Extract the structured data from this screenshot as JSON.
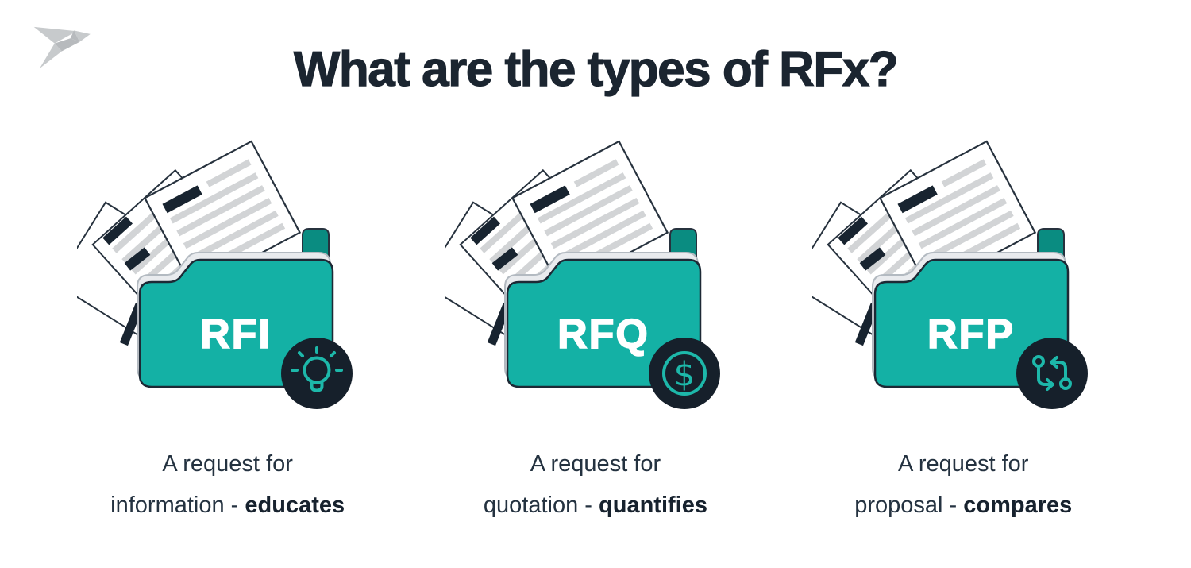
{
  "title": "What are the types of RFx?",
  "logo": {
    "name": "origami-bird-logo"
  },
  "colors": {
    "folder_teal": "#14b1a5",
    "folder_back_teal": "#0a8c81",
    "badge_navy": "#16202b",
    "title_ink": "#1b2530",
    "caption_ink": "#243240",
    "paper_line_gray": "#d2d4d6",
    "icon_teal": "#1db8aa"
  },
  "cards": [
    {
      "label": "RFI",
      "badge_icon": "lightbulb-icon",
      "caption_line1": "A request for",
      "caption_line2_prefix": "information - ",
      "caption_line2_bold": "educates"
    },
    {
      "label": "RFQ",
      "badge_icon": "dollar-coin-icon",
      "caption_line1": "A request for",
      "caption_line2_prefix": "quotation - ",
      "caption_line2_bold": "quantifies"
    },
    {
      "label": "RFP",
      "badge_icon": "compare-arrows-icon",
      "caption_line1": "A request for",
      "caption_line2_prefix": "proposal - ",
      "caption_line2_bold": "compares"
    }
  ]
}
